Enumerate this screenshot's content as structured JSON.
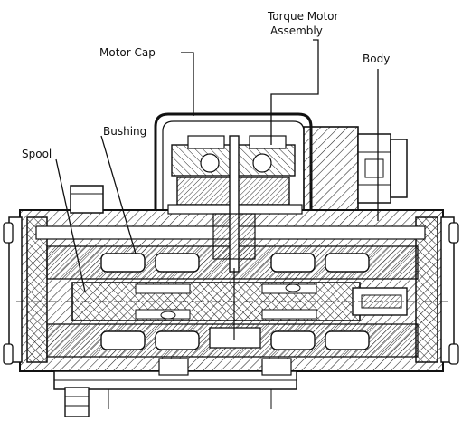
{
  "labels": {
    "motor_cap": "Motor Cap",
    "torque_motor_line1": "Torque Motor",
    "torque_motor_line2": "Assembly",
    "body": "Body",
    "bushing": "Bushing",
    "spool": "Spool"
  },
  "colors": {
    "ink": "#111111",
    "paper": "#ffffff",
    "hatch": "#222222"
  }
}
